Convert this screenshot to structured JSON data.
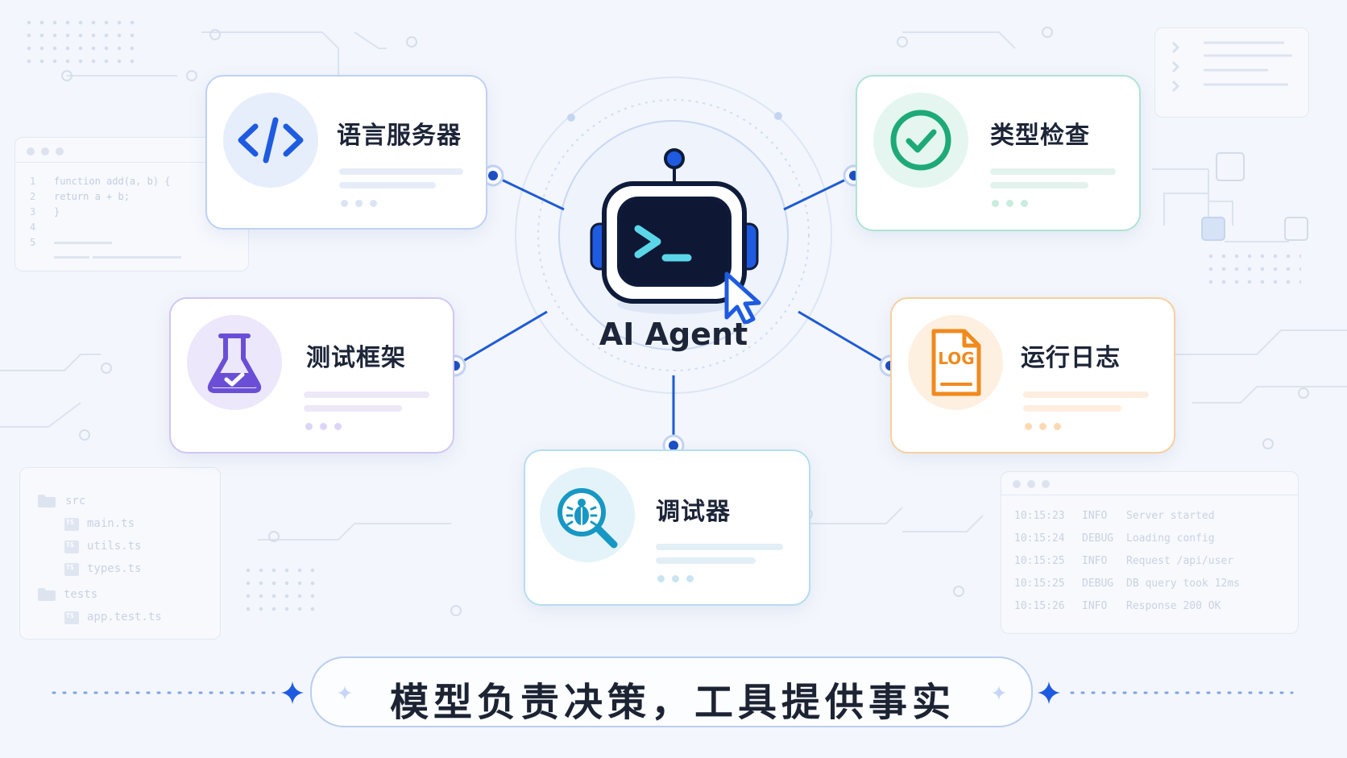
{
  "center": {
    "label": "AI Agent"
  },
  "tools": [
    {
      "id": "language-server",
      "title": "语言服务器",
      "color": "#1e5be0"
    },
    {
      "id": "type-check",
      "title": "类型检查",
      "color": "#1eaa78"
    },
    {
      "id": "test-framework",
      "title": "测试框架",
      "color": "#6a4fd6"
    },
    {
      "id": "run-log",
      "title": "运行日志",
      "color": "#f08a1e",
      "icon_text": "LOG"
    },
    {
      "id": "debugger",
      "title": "调试器",
      "color": "#1798c4"
    }
  ],
  "slogan": "模型负责决策，工具提供事实",
  "background": {
    "code_editor": {
      "lines": [
        {
          "num": "1",
          "text": "function add(a, b) {"
        },
        {
          "num": "2",
          "text": "  return a + b;"
        },
        {
          "num": "3",
          "text": "}"
        },
        {
          "num": "4",
          "text": ""
        },
        {
          "num": "5",
          "text": ""
        }
      ]
    },
    "file_tree": [
      {
        "name": "src",
        "type": "folder"
      },
      {
        "name": "main.ts",
        "type": "file",
        "badge": "TS"
      },
      {
        "name": "utils.ts",
        "type": "file",
        "badge": "TS"
      },
      {
        "name": "types.ts",
        "type": "file",
        "badge": "TS"
      },
      {
        "name": "tests",
        "type": "folder"
      },
      {
        "name": "app.test.ts",
        "type": "file",
        "badge": "TS"
      }
    ],
    "log_panel": [
      {
        "time": "10:15:23",
        "level": "INFO",
        "message": "Server started"
      },
      {
        "time": "10:15:24",
        "level": "DEBUG",
        "message": "Loading config"
      },
      {
        "time": "10:15:25",
        "level": "INFO",
        "message": "Request /api/user"
      },
      {
        "time": "10:15:25",
        "level": "DEBUG",
        "message": "DB query took 12ms"
      },
      {
        "time": "10:15:26",
        "level": "INFO",
        "message": "Response 200 OK"
      }
    ]
  }
}
